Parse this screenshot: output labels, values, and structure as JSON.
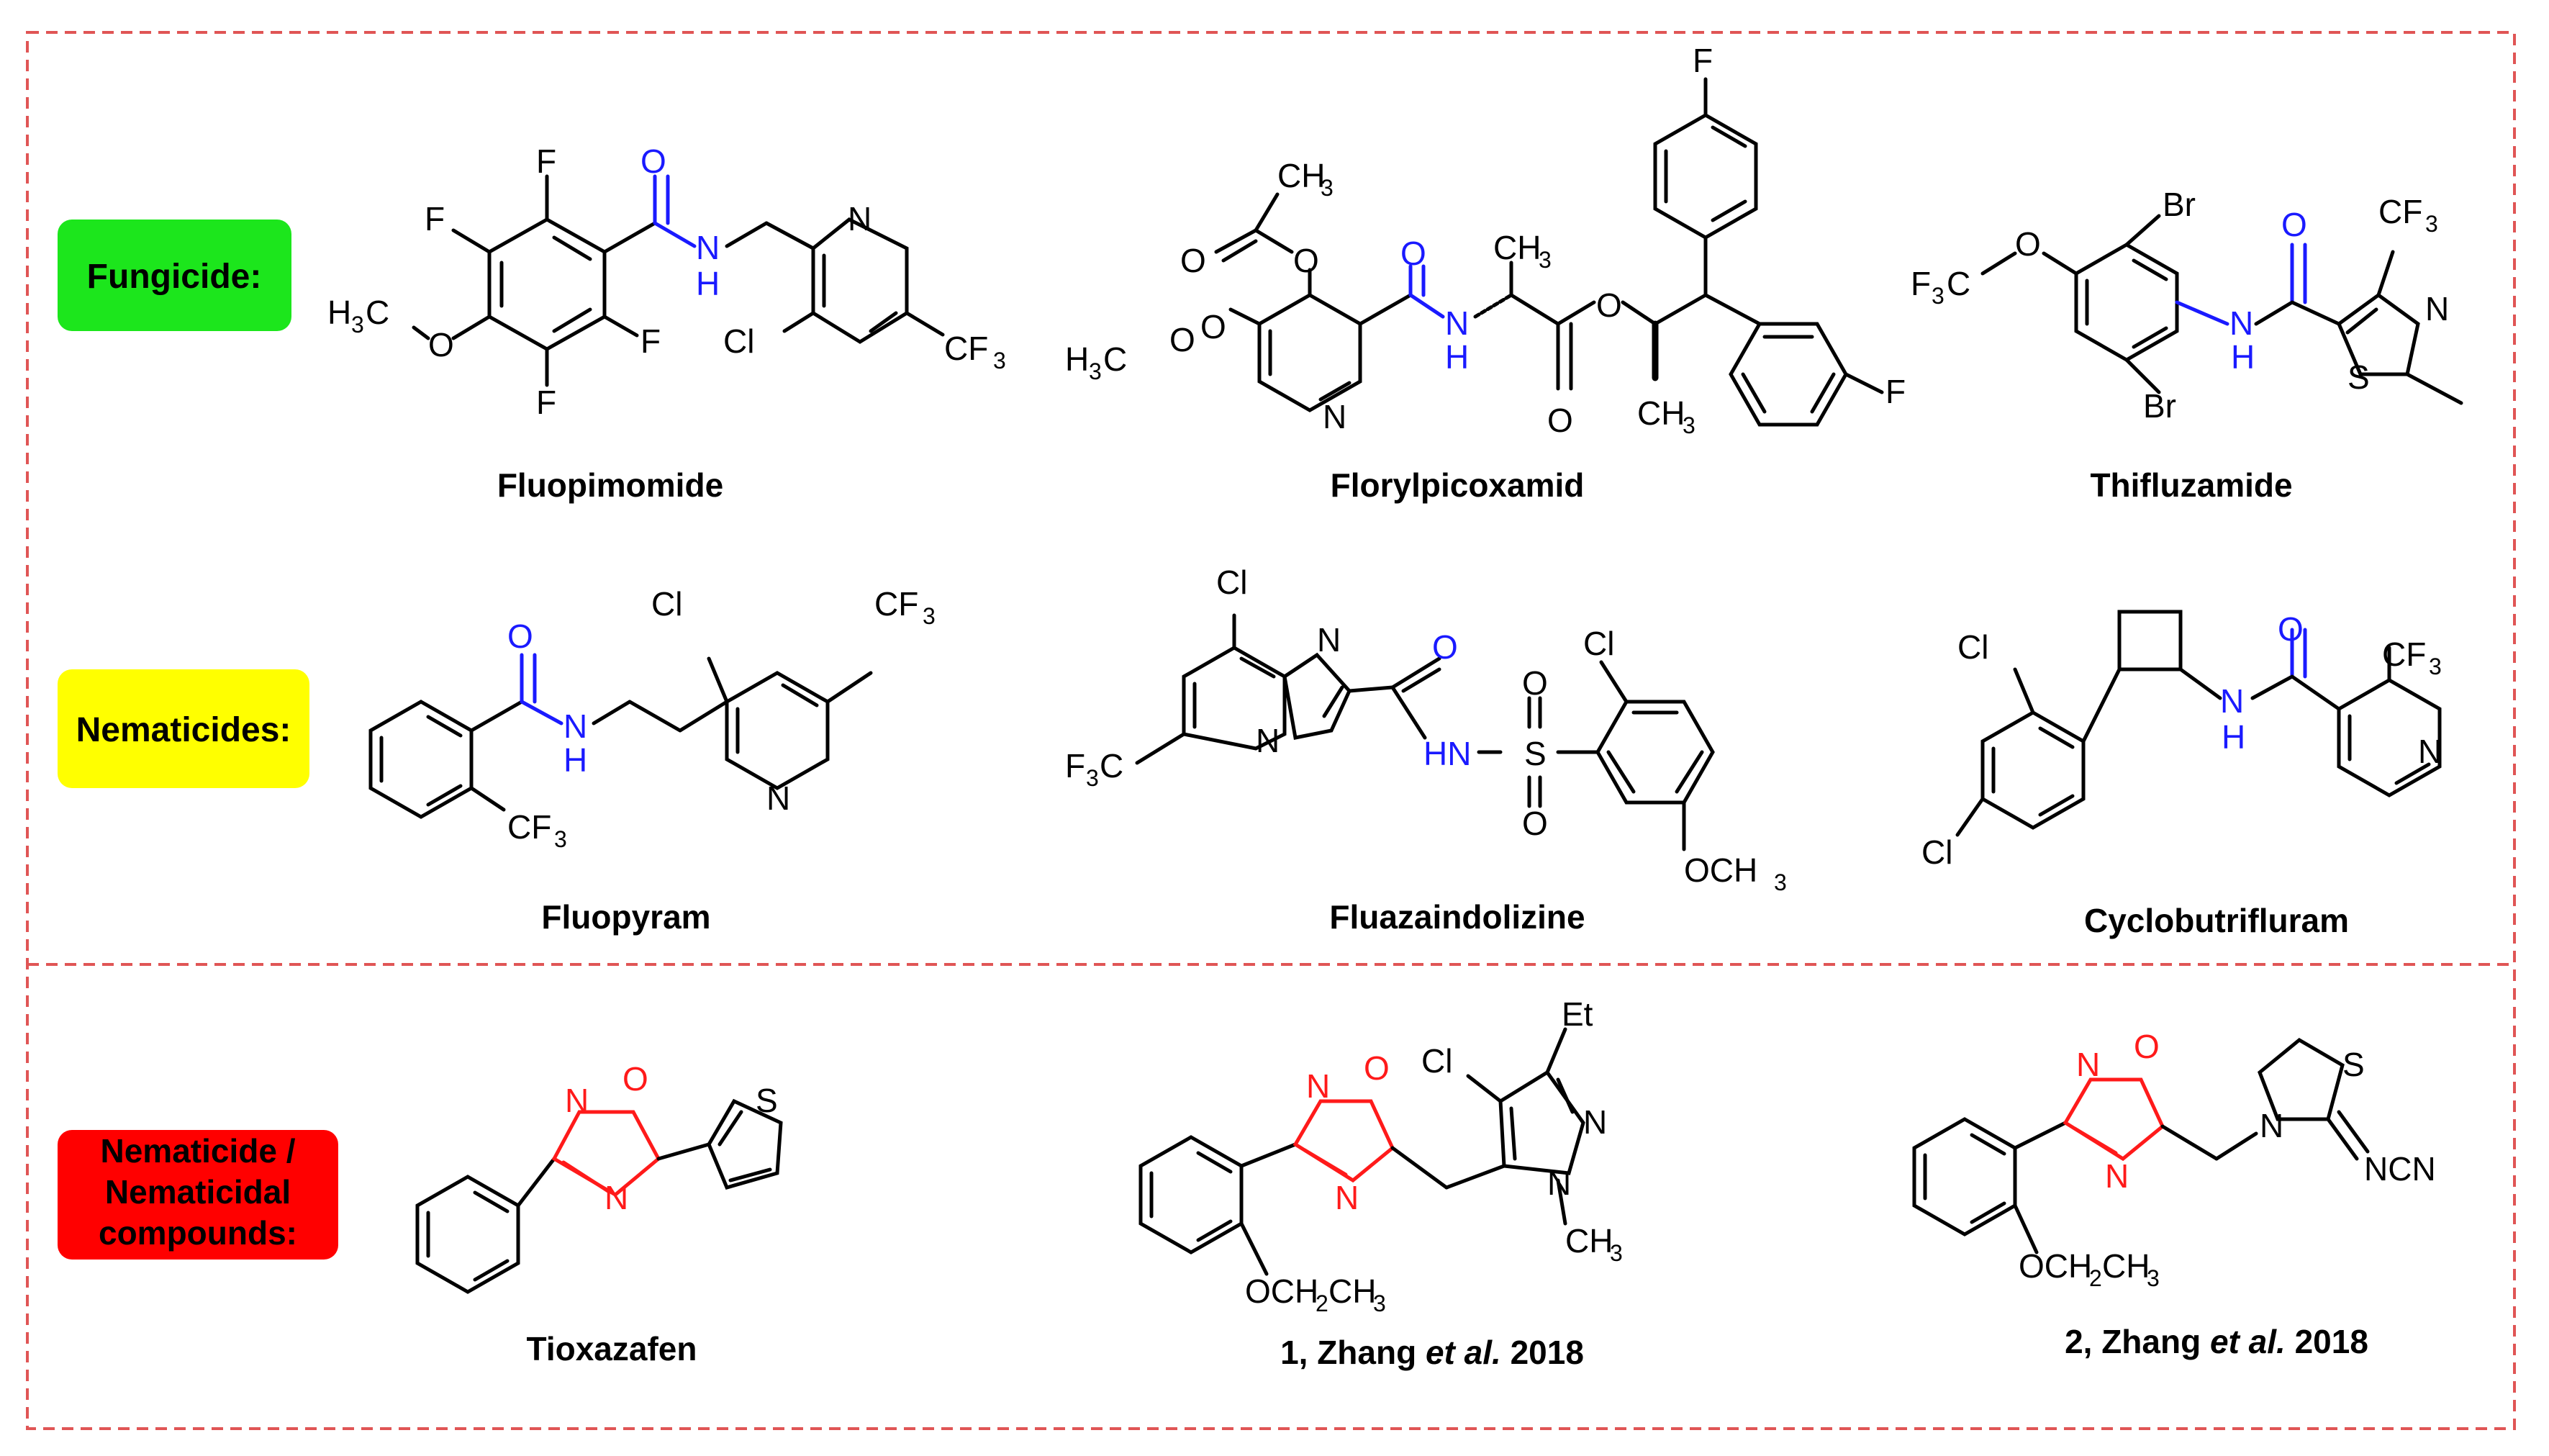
{
  "categories": {
    "fungicide": {
      "label": "Fungicide:",
      "color": "#1ce61c"
    },
    "nematicides": {
      "label": "Nematicides:",
      "color": "#ffff00"
    },
    "nematicidal": {
      "label_lines": [
        "Nematicide /",
        "Nematicidal",
        "compounds:"
      ],
      "color": "#ff0000"
    }
  },
  "colors": {
    "amide": "#1a1aff",
    "oxadiazole": "#ff1a1a",
    "border": "#e05555",
    "bond": "#000000"
  },
  "compounds": [
    {
      "name": "Fluopimomide",
      "atoms": [
        "F",
        "F",
        "O",
        "N",
        "H",
        "N",
        "F",
        "F",
        "Cl",
        "CF",
        "3",
        "H",
        "3",
        "C",
        "O"
      ]
    },
    {
      "name": "Florylpicoxamid",
      "atoms": [
        "F",
        "CH",
        "3",
        "O",
        "O",
        "O",
        "CH",
        "3",
        "O",
        "H",
        "3",
        "C",
        "O",
        "N",
        "N",
        "H",
        "O",
        "O",
        "CH",
        "3",
        "F"
      ]
    },
    {
      "name": "Thifluzamide",
      "atoms": [
        "Br",
        "O",
        "CF",
        "3",
        "F",
        "3",
        "C",
        "O",
        "N",
        "H",
        "N",
        "S",
        "Br"
      ]
    },
    {
      "name": "Fluopyram",
      "atoms": [
        "Cl",
        "CF",
        "3",
        "O",
        "N",
        "H",
        "N",
        "CF",
        "3"
      ]
    },
    {
      "name": "Fluazaindolizine",
      "atoms": [
        "Cl",
        "N",
        "O",
        "Cl",
        "N",
        "O",
        "HN",
        "S",
        "O",
        "F",
        "3",
        "C",
        "OCH",
        "3"
      ]
    },
    {
      "name": "Cyclobutrifluram",
      "atoms": [
        "Cl",
        "O",
        "CF",
        "3",
        "N",
        "H",
        "N",
        "Cl"
      ]
    },
    {
      "name": "Tioxazafen",
      "atoms": [
        "N",
        "O",
        "S",
        "N"
      ]
    },
    {
      "name_parts": [
        "1, Zhang ",
        "et al.",
        " 2018"
      ],
      "atoms": [
        "Et",
        "Cl",
        "N",
        "O",
        "N",
        "N",
        "N",
        "CH",
        "3",
        "OCH",
        "2",
        "CH",
        "3"
      ]
    },
    {
      "name_parts": [
        "2, Zhang ",
        "et al.",
        "  2018"
      ],
      "atoms": [
        "N",
        "O",
        "S",
        "N",
        "N",
        "NCN",
        "OCH",
        "2",
        "CH",
        "3"
      ]
    }
  ]
}
